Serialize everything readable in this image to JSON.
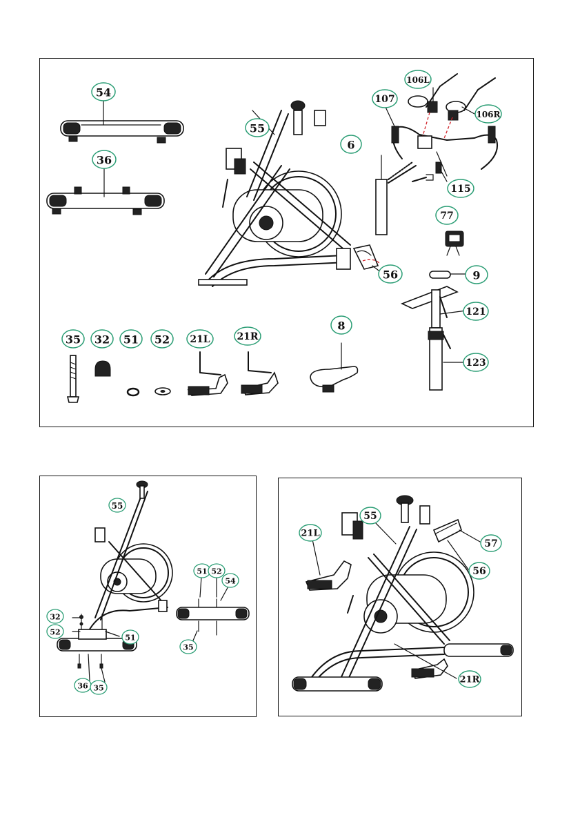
{
  "accent_color": "#2a9d74",
  "top_panel": {
    "labels": {
      "p54": "54",
      "p36": "36",
      "p55": "55",
      "p6": "6",
      "p107": "107",
      "p106L": "106L",
      "p106R": "106R",
      "p115": "115",
      "p77": "77",
      "p56": "56",
      "p9": "9",
      "p121": "121",
      "p123": "123",
      "p35": "35",
      "p32": "32",
      "p51": "51",
      "p52": "52",
      "p21L": "21L",
      "p21R": "21R",
      "p8": "8"
    }
  },
  "bottom_left_panel": {
    "labels": {
      "p55": "55",
      "p51a": "51",
      "p52a": "52",
      "p54": "54",
      "p32": "32",
      "p52b": "52",
      "p51b": "51",
      "p35a": "35",
      "p36": "36",
      "p35b": "35"
    }
  },
  "bottom_right_panel": {
    "labels": {
      "p55": "55",
      "p21L": "21L",
      "p57": "57",
      "p56": "56",
      "p21R": "21R"
    }
  }
}
